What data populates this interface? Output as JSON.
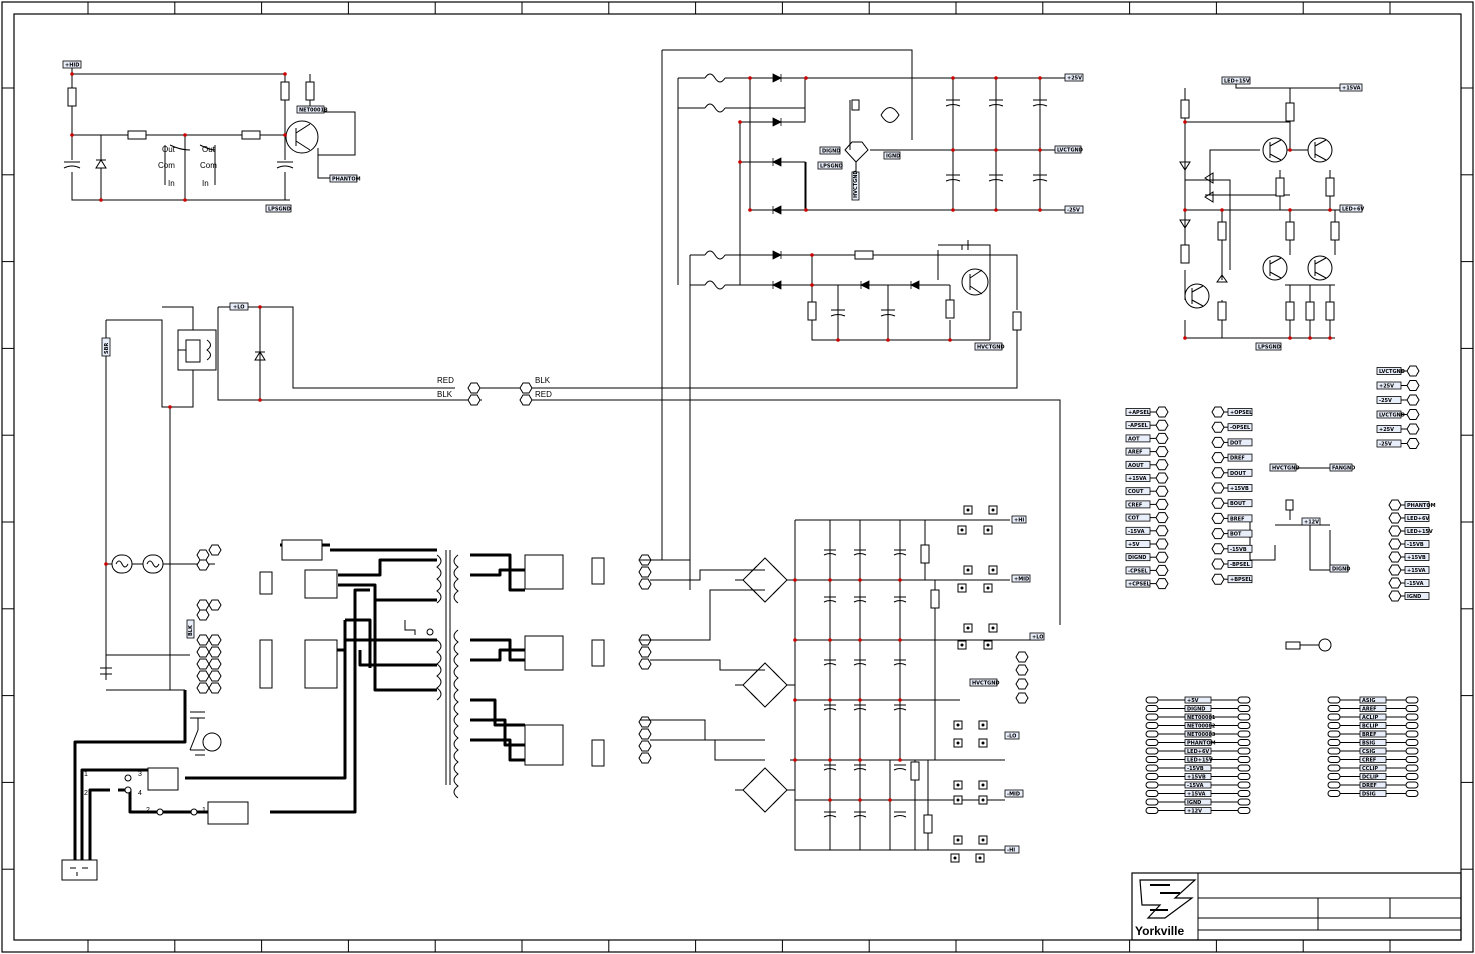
{
  "title_block": {
    "logo_text": "Yorkville"
  },
  "nets": {
    "plus_hid": "+HID",
    "led15v": "LED+15V",
    "plus15va": "+15VA",
    "led6v": "LED+6V",
    "lpsgnd_top": "LPSGND",
    "lpsgnd_right": "LPSGND",
    "phantom": "PHANTOM",
    "net0001b": "NET0001B",
    "plus25v": "+25V",
    "minus25v": "-25V",
    "lvctgnd": "LVCTGND",
    "hvctgnd": "HVCTGND",
    "hvctgnd_lower": "HVCTGND",
    "digndc": "DIGND",
    "lpsgnd_mid": "LPSGND",
    "ignd": "IGND",
    "hvctgnd_v": "HVCTGND",
    "plus_lo": "+LO",
    "sbr": "SBR",
    "blk_conn": "BLK",
    "plus_hi": "+HI",
    "plus_mid": "+MID",
    "minus_lo": "-LO",
    "minus_mid": "-MID",
    "minus_hi": "-HI",
    "plus_lo_r": "+LO",
    "hvctgnd_r": "HVCTGND",
    "fangnd": "FANGND",
    "plus12v": "+12V",
    "dignd_r": "DIGND"
  },
  "wire_colors": {
    "red_left": "RED",
    "blk_left": "BLK",
    "blk_right": "BLK",
    "red_right": "RED"
  },
  "switch_labels": {
    "out1": "Out",
    "com1": "Com",
    "in1": "In",
    "out2": "Out",
    "com2": "Com",
    "in2": "In"
  },
  "pin_numbers": {
    "p1": "1",
    "p2": "2",
    "p3": "3",
    "p4": "4",
    "p5": "2",
    "p6": "1"
  },
  "connector_left_a": [
    "+APSEL",
    "-APSEL",
    "AOT",
    "AREF",
    "AOUT",
    "+15VA",
    "COUT",
    "CREF",
    "COT",
    "-15VA",
    "+5V",
    "DIGND",
    "-CPSEL",
    "+CPSEL"
  ],
  "connector_left_b": [
    "+OPSEL",
    "-OPSEL",
    "DOT",
    "DREF",
    "DOUT",
    "+15VB",
    "BOUT",
    "BREF",
    "BOT",
    "-15VB",
    "-BPSEL",
    "+BPSEL"
  ],
  "connector_right_top": [
    "LVCTGND",
    "+25V",
    "-25V",
    "LVCTGND",
    "+25V",
    "-25V"
  ],
  "connector_right_mid": [
    "PHANTOM",
    "LED+6V",
    "LED+15V",
    "-15VB",
    "+15VB",
    "+15VA",
    "-15VA",
    "IGND"
  ],
  "ribbon_left": [
    "+5V",
    "DIGND",
    "NET00081",
    "NET00082",
    "NET00083",
    "PHANTOM",
    "LED+6V",
    "LED+15V",
    "-15VB",
    "+15VB",
    "-15VA",
    "+15VA",
    "IGND",
    "+12V"
  ],
  "ribbon_right": [
    "ASIG",
    "AREF",
    "ACLIP",
    "BCLIP",
    "BREF",
    "BSIG",
    "CSIG",
    "CREF",
    "CCLIP",
    "DCLIP",
    "DREF",
    "DSIG"
  ]
}
